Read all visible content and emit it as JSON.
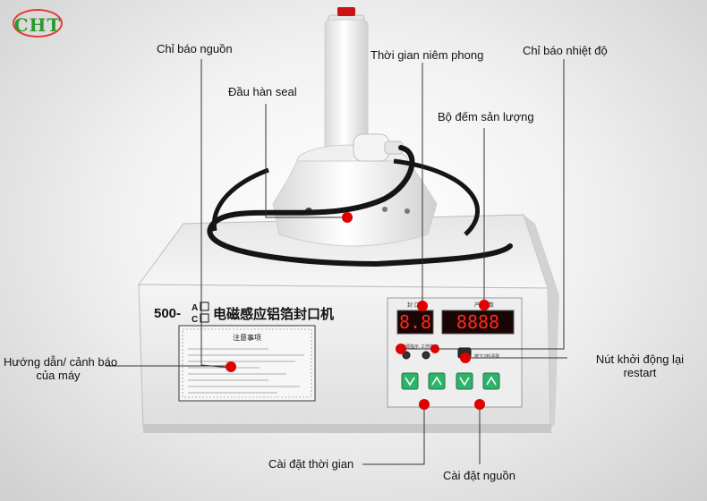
{
  "logo": {
    "text": "CHT"
  },
  "machine": {
    "model_prefix": "500-",
    "model_suffix_a": "A",
    "model_suffix_c": "C",
    "model_chinese": "电磁感应铝箔封口机",
    "panel_heading": "注意事项",
    "display_left_label": "封 口",
    "display_right_label": "产 量 数",
    "display_left_value": "8.8",
    "display_right_value": "8888",
    "indicator_power_label": "电源指示",
    "indicator_work_label": "工作指示",
    "restart_label": "按下2秒清零"
  },
  "callouts": {
    "power_indicator": "Chỉ báo nguồn",
    "seal_time": "Thời gian niêm phong",
    "temp_indicator": "Chỉ báo nhiệt độ",
    "seal_head": "Đầu hàn seal",
    "counter": "Bộ đếm sản lượng",
    "guide_line1": "Hướng dẫn/ cảnh báo",
    "guide_line2": "của máy",
    "restart_line1": "Nút khởi động lại",
    "restart_line2": "restart",
    "time_setting": "Cài đặt thời gian",
    "power_setting": "Cài đặt nguồn"
  },
  "colors": {
    "callout_dot": "#e00000",
    "callout_line": "#333333",
    "panel_green": "#2db36a",
    "led_red": "#ff2a1a"
  }
}
